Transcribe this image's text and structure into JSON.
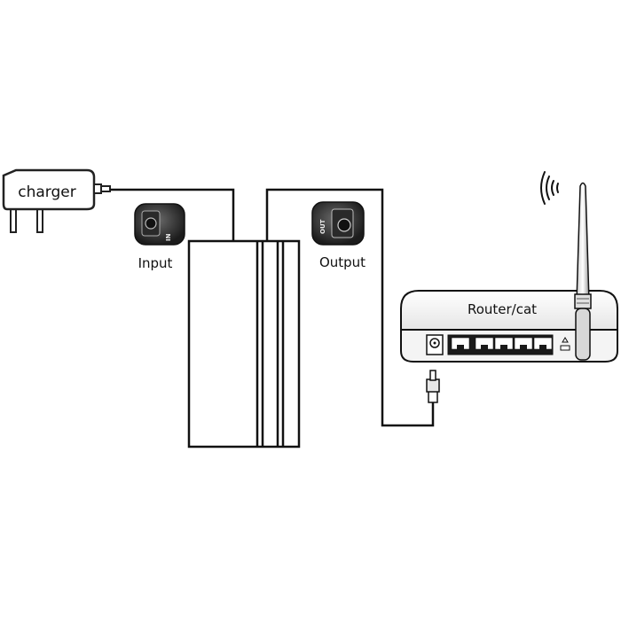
{
  "labels": {
    "charger": "charger",
    "input": "Input",
    "output": "Output",
    "router": "Router/cat",
    "input_port": "IN",
    "output_port": "OUT"
  }
}
